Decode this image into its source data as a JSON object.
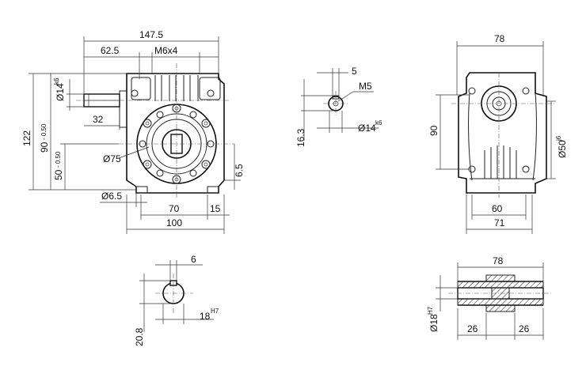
{
  "front_view": {
    "overall_width": "147.5",
    "offset_left": "62.5",
    "thread_top": "M6x4",
    "shaft_diameter": "Ø14",
    "shaft_tolerance": "k6",
    "shaft_length": "32",
    "height_total": "122",
    "height_90": "90",
    "height_90_tol": "- 0.50",
    "height_50": "50",
    "height_50_tol": "- 0.50",
    "circle_diameter": "Ø75",
    "offset_65": "6.5",
    "hole_diameter": "Ø6.5",
    "base_70": "70",
    "base_15": "15",
    "base_100": "100"
  },
  "shaft_end_view": {
    "key_width": "5",
    "thread": "M5",
    "height": "16.3",
    "diameter": "Ø14",
    "tolerance": "k6"
  },
  "side_view": {
    "width_top": "78",
    "height_90": "90",
    "diameter": "Ø50",
    "diameter_tol": "j6",
    "base_60": "60",
    "base_71": "71"
  },
  "bore_view": {
    "key_width": "6",
    "height": "20.8",
    "bore": "18",
    "bore_tol": "H7"
  },
  "hollow_shaft_view": {
    "length": "78",
    "diameter": "Ø18",
    "diameter_tol": "H7",
    "end_left": "26",
    "end_right": "26"
  }
}
